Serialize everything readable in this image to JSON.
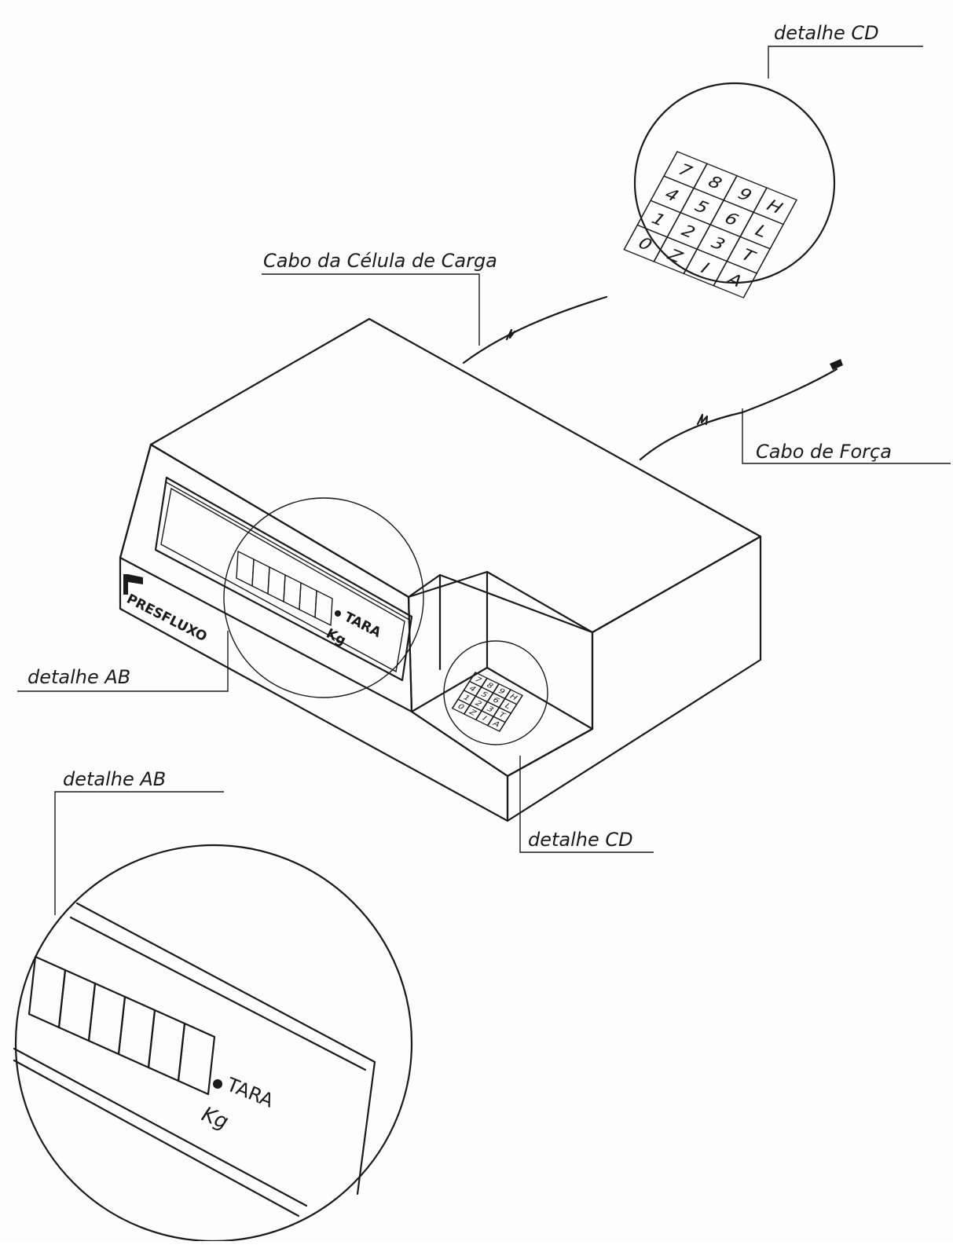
{
  "callouts": {
    "detail_cd_top": "detalhe CD",
    "cable_load_cell": "Cabo da Célula de Carga",
    "power_cable": "Cabo de Força",
    "detail_ab_main": "detalhe AB",
    "detail_cd_main": "detalhe CD",
    "detail_ab_bottom": "detalhe AB"
  },
  "device": {
    "brand": "PRESFLUXO",
    "tare_indicator": "TARA",
    "unit": "Kg",
    "display_digit_count": 6
  },
  "keypad": {
    "rows": [
      [
        "7",
        "8",
        "9",
        "H"
      ],
      [
        "4",
        "5",
        "6",
        "L"
      ],
      [
        "1",
        "2",
        "3",
        "T"
      ],
      [
        "0",
        "Z",
        "I",
        "A"
      ]
    ]
  }
}
